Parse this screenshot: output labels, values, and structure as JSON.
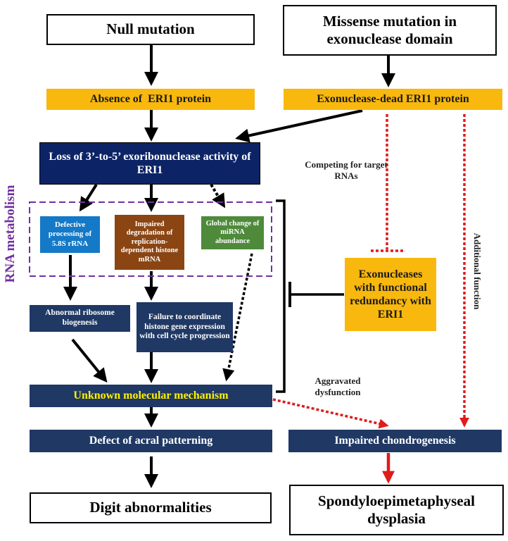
{
  "colors": {
    "orange": "#F9B80E",
    "navy": "#0C2366",
    "slate": "#1F3864",
    "blue": "#1479C7",
    "brown": "#8B4513",
    "green": "#4E8A3A",
    "purple": "#7030A0",
    "red": "#E01B1B",
    "yellow": "#FFF200"
  },
  "nodes": {
    "null_mutation": "Null mutation",
    "missense_mutation": "Missense mutation in exonuclease domain",
    "absence_protein": "Absence of  ERI1 protein",
    "exonuclease_dead": "Exonuclease-dead ERI1 protein",
    "loss_activity": "Loss of 3’-to-5’ exoribonuclease activity of ERI1",
    "defective_processing": "Defective processing of 5.8S rRNA",
    "impaired_degradation": "Impaired degradation of replication-dependent histone mRNA",
    "global_change": "Global change of miRNA abundance",
    "abnormal_ribosome": "Abnormal ribosome biogenesis",
    "failure_coordinate": "Failure to coordinate histone gene expression with cell cycle progression",
    "unknown_mechanism": "Unknown molecular mechanism",
    "defect_acral": "Defect of acral patterning",
    "digit_abnormalities": "Digit abnormalities",
    "exonucleases_redundancy": "Exonucleases with functional redundancy with ERI1",
    "impaired_chondrogenesis": "Impaired chondrogenesis",
    "spondylo": "Spondyloepimetaphyseal dysplasia"
  },
  "labels": {
    "rna_metabolism": "RNA metabolism",
    "competing": "Competing for target RNAs",
    "additional_function": "Additional function",
    "aggravated": "Aggravated dysfunction"
  }
}
